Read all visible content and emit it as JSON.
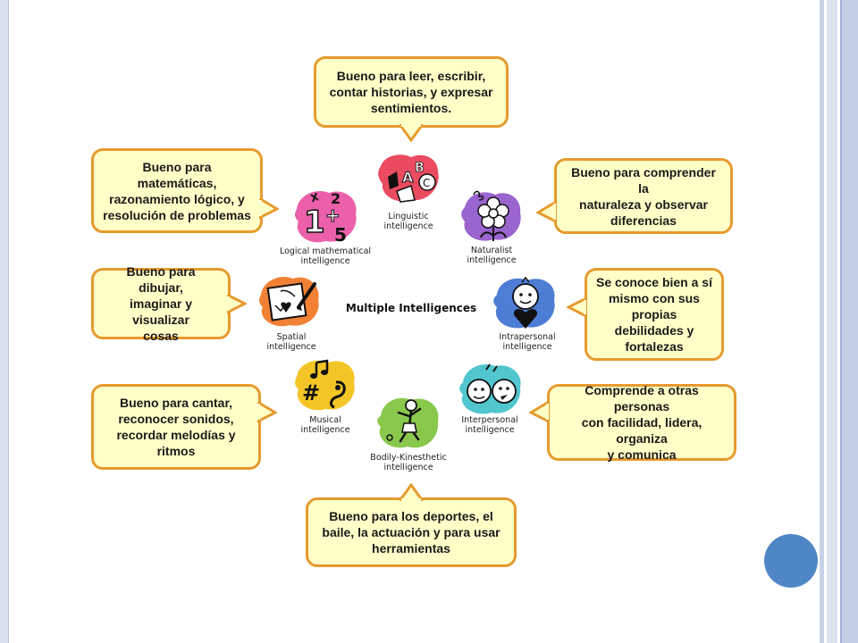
{
  "center": {
    "title": "Multiple Intelligences"
  },
  "intelligences": [
    {
      "key": "linguistic",
      "line1": "Linguistic",
      "line2": "intelligence",
      "color": "#e8374f"
    },
    {
      "key": "naturalist",
      "line1": "Naturalist",
      "line2": "intelligence",
      "color": "#8f54c9"
    },
    {
      "key": "intrapersonal",
      "line1": "Intrapersonal",
      "line2": "intelligence",
      "color": "#3a6fd0"
    },
    {
      "key": "interpersonal",
      "line1": "Interpersonal",
      "line2": "intelligence",
      "color": "#3fc0c9"
    },
    {
      "key": "bodily",
      "line1": "Bodily-Kinesthetic",
      "line2": "intelligence",
      "color": "#7cc23a"
    },
    {
      "key": "musical",
      "line1": "Musical",
      "line2": "intelligence",
      "color": "#f2c21a"
    },
    {
      "key": "spatial",
      "line1": "Spatial",
      "line2": "intelligence",
      "color": "#f07a2a"
    },
    {
      "key": "logical",
      "line1": "Logical mathematical",
      "line2": "intelligence",
      "color": "#e94fa0"
    }
  ],
  "callouts": {
    "linguistic": [
      "Bueno para leer, escribir,",
      "contar historias, y expresar",
      "sentimientos."
    ],
    "logical": [
      "Bueno para matemáticas,",
      "razonamiento lógico, y",
      "resolución de problemas"
    ],
    "naturalist": [
      "Bueno para comprender la",
      "naturaleza y observar",
      "diferencias"
    ],
    "spatial": [
      "Bueno para dibujar,",
      "imaginar  y visualizar",
      "cosas"
    ],
    "intrapersonal": [
      "Se conoce bien a sí",
      "mismo con sus",
      "propias debilidades y",
      "fortalezas"
    ],
    "musical": [
      "Bueno para cantar,",
      "reconocer sonidos,",
      "recordar melodías y",
      "ritmos"
    ],
    "interpersonal": [
      "Comprende a otras personas",
      "con facilidad, lidera, organiza",
      "y comunica"
    ],
    "bodily": [
      "Bueno para los deportes, el",
      "baile, la actuación y para usar",
      "herramientas"
    ]
  },
  "style": {
    "bubble_fill": "#ffffc8",
    "bubble_border": "#e69a2e",
    "accent_dot": "#4f86c6"
  }
}
